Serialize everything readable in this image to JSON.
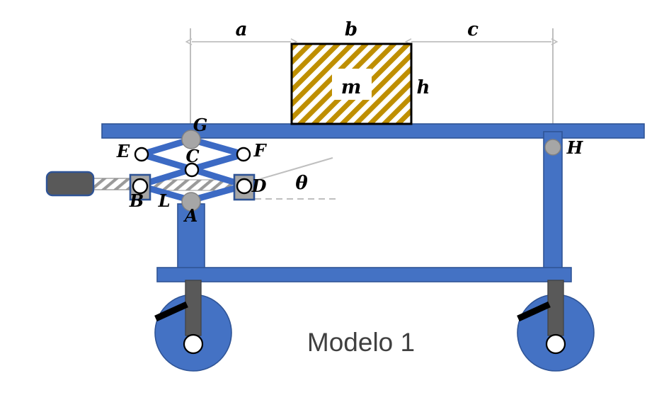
{
  "figure": {
    "caption": "Modelo 1",
    "caption_color": "#404040",
    "background": "#ffffff"
  },
  "colors": {
    "structure_blue": "#4472C4",
    "structure_blue_border": "#2F5496",
    "link_blue": "#3C6AC4",
    "hatch_gold": "#BF8F00",
    "hatch_gray": "#808080",
    "pivot_gray": "#A6A6A6",
    "pivot_gray_border": "#808080",
    "dimension_gray": "#BFBFBF",
    "actuator_gray": "#595959",
    "wheel_fork_gray": "#595959",
    "outline_black": "#000000",
    "label_black": "#000000"
  },
  "dimensions": {
    "note": "Horizontal dimension chain across top of platform",
    "segments": [
      {
        "id": "dim-a",
        "label": "a"
      },
      {
        "id": "dim-b",
        "label": "b"
      },
      {
        "id": "dim-c",
        "label": "c"
      }
    ]
  },
  "mass_block": {
    "label": "m",
    "height_label": "h",
    "width_label": "b",
    "hatch": "diagonal",
    "border_color": "#000000"
  },
  "angle": {
    "label": "θ",
    "vertex": "D"
  },
  "link_label": {
    "label": "L"
  },
  "joints": [
    {
      "id": "joint-A",
      "label": "A",
      "type": "fixed-pivot",
      "style": "gray-filled"
    },
    {
      "id": "joint-B",
      "label": "B",
      "type": "slider-pivot",
      "style": "white-circle-in-slider"
    },
    {
      "id": "joint-C",
      "label": "C",
      "type": "center-pivot",
      "style": "white-circle"
    },
    {
      "id": "joint-D",
      "label": "D",
      "type": "slider-pivot",
      "style": "white-circle-in-slider"
    },
    {
      "id": "joint-E",
      "label": "E",
      "type": "pivot",
      "style": "white-circle"
    },
    {
      "id": "joint-F",
      "label": "F",
      "type": "pivot",
      "style": "white-circle"
    },
    {
      "id": "joint-G",
      "label": "G",
      "type": "top-pivot",
      "style": "gray-filled"
    },
    {
      "id": "joint-H",
      "label": "H",
      "type": "post-pivot",
      "style": "gray-filled"
    }
  ],
  "components": {
    "top_platform": "top-platform-beam",
    "lower_frame": "lower-frame-beam",
    "center_column": "center-column",
    "right_column": "right-column",
    "actuator": "hydraulic-actuator",
    "actuator_rod": "actuator-rod",
    "scissor": "scissor-linkage",
    "wheels": [
      {
        "id": "wheel-left",
        "label": "left-caster-wheel"
      },
      {
        "id": "wheel-right",
        "label": "right-caster-wheel"
      }
    ]
  }
}
